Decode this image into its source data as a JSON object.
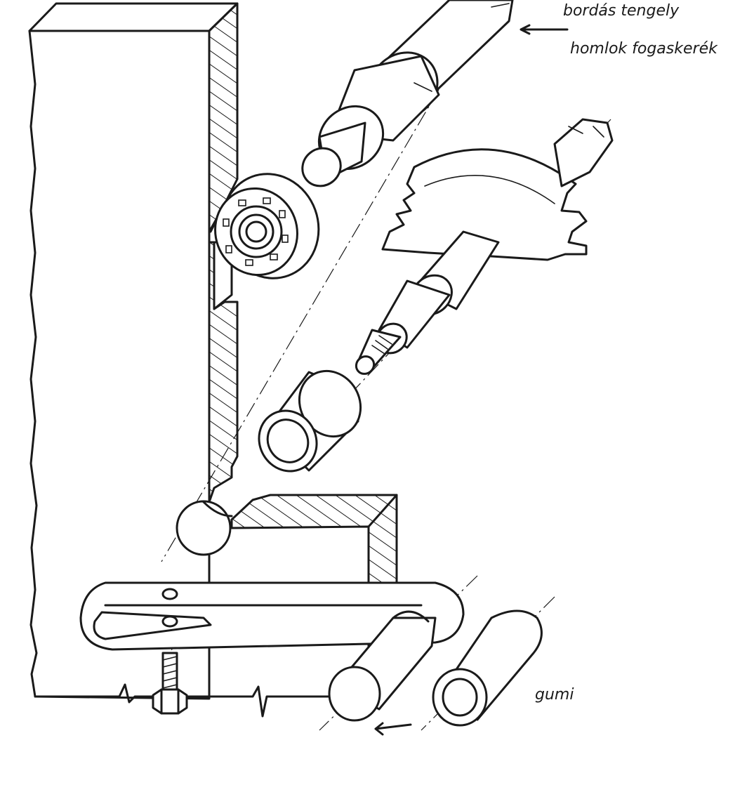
{
  "labels": {
    "splined_shaft": "bordás tengely",
    "spur_gear": "homlok fogaskerék",
    "rubber": "gumi"
  },
  "colors": {
    "ink": "#1a1a1a",
    "paper": "#ffffff"
  }
}
